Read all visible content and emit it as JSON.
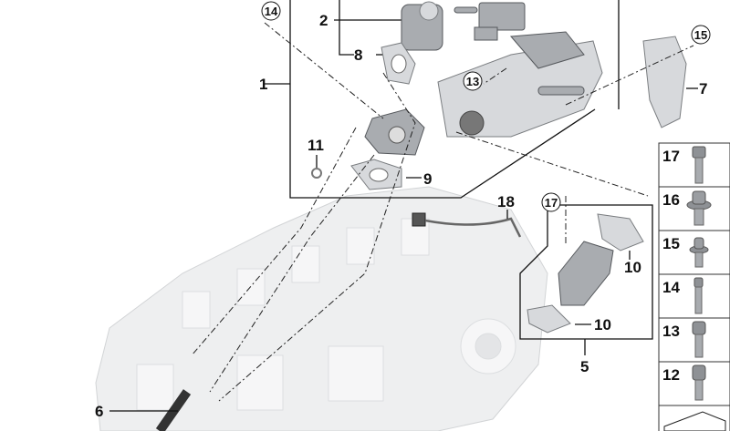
{
  "diagram": {
    "callouts": {
      "c1": "1",
      "c2": "2",
      "c5": "5",
      "c6": "6",
      "c7": "7",
      "c8": "8",
      "c9": "9",
      "c10a": "10",
      "c10b": "10",
      "c11": "11",
      "c18": "18",
      "c13": "13",
      "c14": "14",
      "c15": "15",
      "c17": "17"
    },
    "fastener_column": [
      {
        "number": "17",
        "part": "hex-bolt"
      },
      {
        "number": "16",
        "part": "torx-flange-bolt"
      },
      {
        "number": "15",
        "part": "torx-flange-bolt-short"
      },
      {
        "number": "14",
        "part": "socket-head-screw-long"
      },
      {
        "number": "13",
        "part": "socket-head-screw"
      },
      {
        "number": "12",
        "part": "socket-head-screw-short"
      }
    ]
  }
}
